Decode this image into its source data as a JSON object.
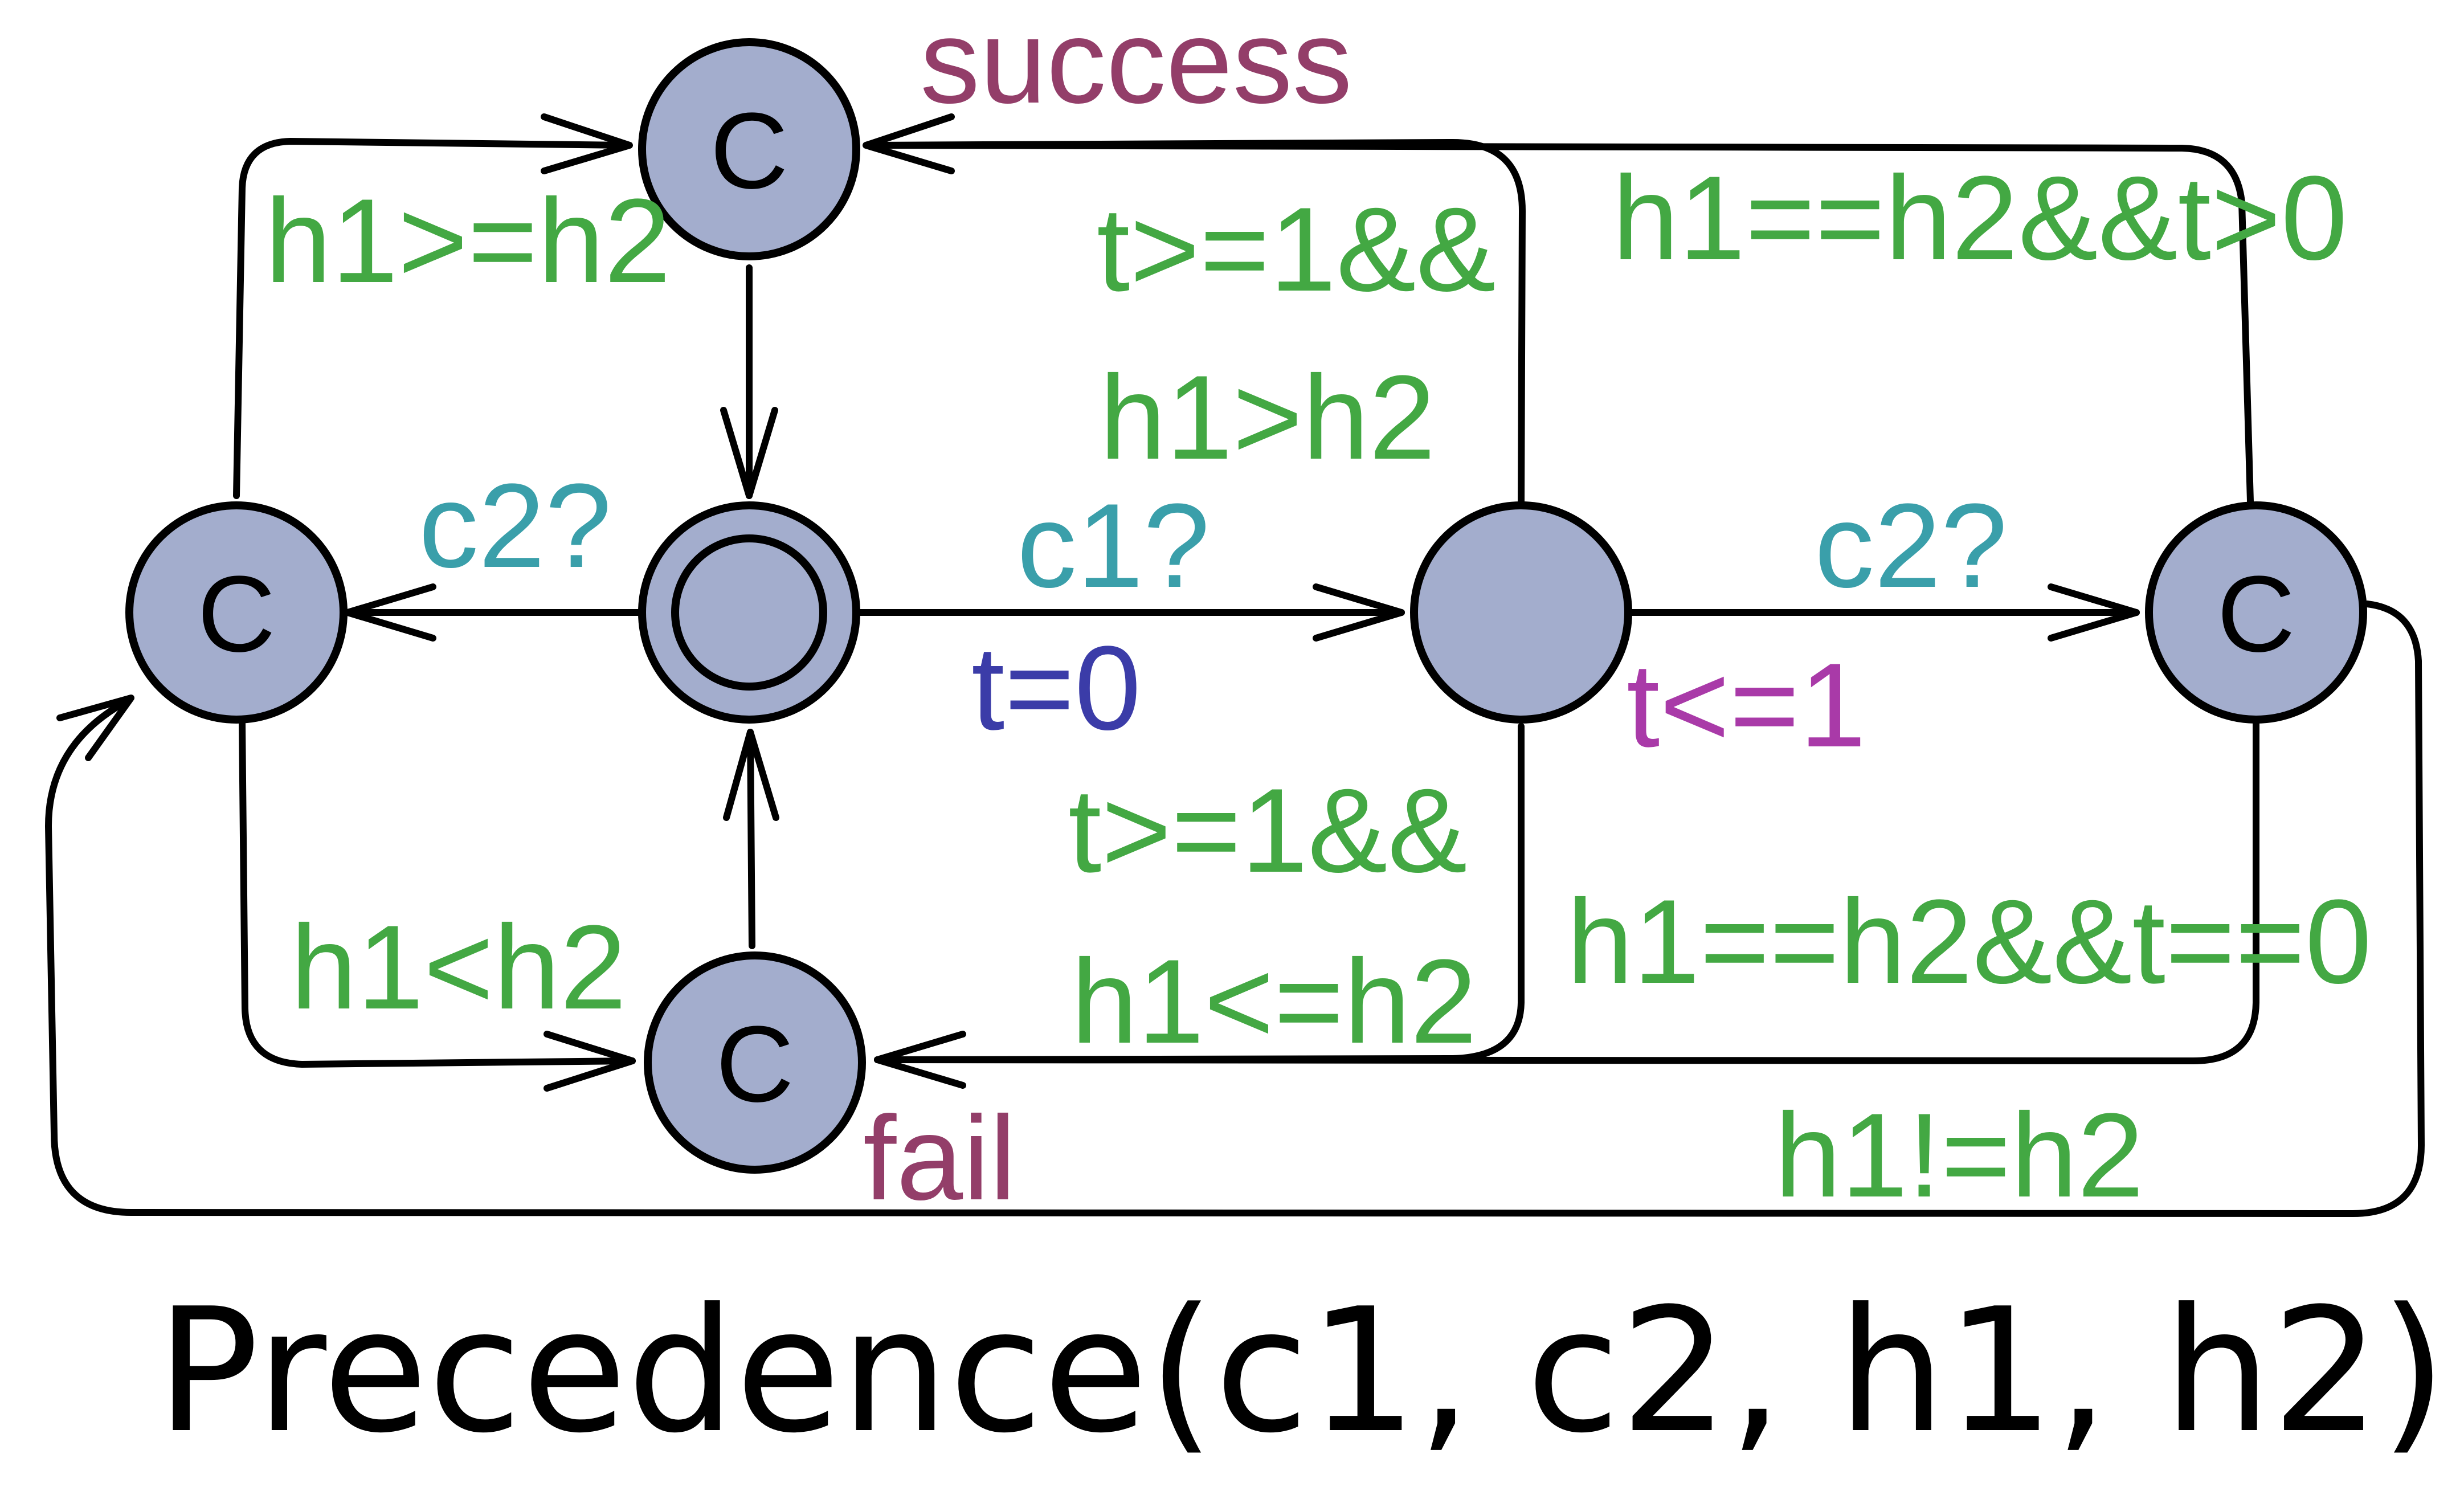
{
  "colors": {
    "node_fill": "#a3adcd",
    "guard": "#43a843",
    "sync": "#3a9faa",
    "assign": "#3b3ca8",
    "invariant": "#a93aa8",
    "location_name": "#933e69",
    "caption": "#000000"
  },
  "nodes": {
    "top": "C",
    "left": "C",
    "right": "C",
    "bottom": "C"
  },
  "labels": {
    "success": "success",
    "fail": "fail",
    "guard_top_left": "h1>=h2",
    "guard_tr_line1": "t>=1&&",
    "guard_tr_line2": "h1>h2",
    "guard_far_right_top": "h1==h2&&t>0",
    "sync_c2_left": "c2?",
    "sync_c1": "c1?",
    "assign_t0": "t=0",
    "sync_c2_right": "c2?",
    "invariant": "t<=1",
    "guard_br_line1": "t>=1&&",
    "guard_br_line2": "h1<=h2",
    "guard_bottom_left": "h1<h2",
    "guard_far_right_bottom": "h1==h2&&t==0",
    "guard_ne": "h1!=h2"
  },
  "caption": "Precedence(c1, c2, h1, h2)"
}
